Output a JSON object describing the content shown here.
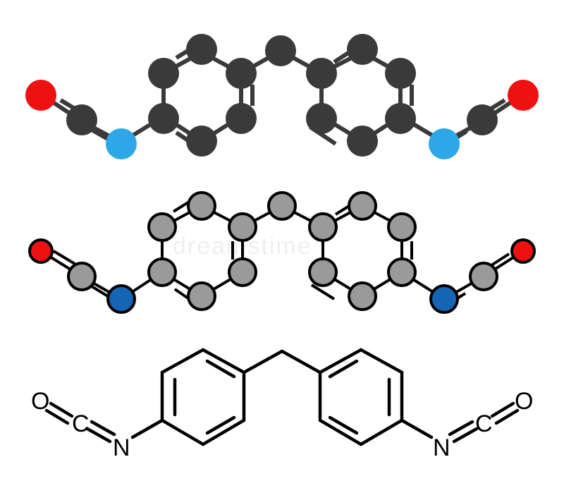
{
  "figure": {
    "watermark": "dreamstime",
    "colors": {
      "background": "#ffffff",
      "carbon_dark": "#3a3a3a",
      "oxygen_red": "#ee1111",
      "nitrogen_lightblue": "#2ea7e6",
      "carbon_gray": "#9a9a9a",
      "nitrogen_blue": "#1565b5",
      "outline": "#000000"
    },
    "icons": [
      "atom-sphere",
      "bond-line"
    ]
  },
  "panels": {
    "space_filling": {
      "label_text": []
    },
    "ball_stick": {
      "label_text": []
    },
    "skeletal": {
      "atom_labels": {
        "o_left": "O",
        "c_left": "C",
        "n_left": "N",
        "n_right": "N",
        "c_right": "C",
        "o_right": "O"
      }
    }
  }
}
